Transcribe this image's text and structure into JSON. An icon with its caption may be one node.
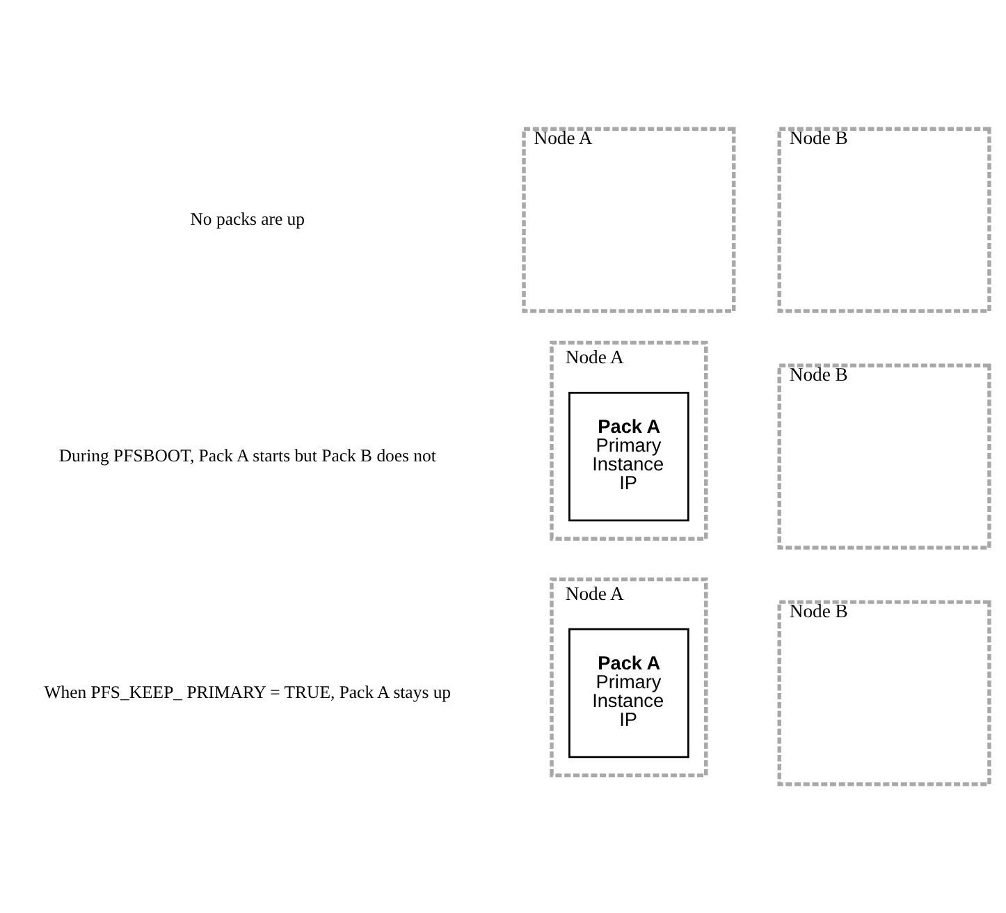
{
  "diagram": {
    "nodes": [
      {
        "text": [
          "Node A"
        ]
      },
      {
        "text": [
          "Node B"
        ]
      },
      {
        "text": [
          "Node A"
        ]
      },
      {
        "text": [
          "Pack A",
          "Primary Instance IP"
        ],
        "in": 2
      },
      {
        "text": [
          "Node B"
        ]
      },
      {
        "text": [
          "Node A"
        ]
      },
      {
        "text": [
          "Pack A",
          "Primary Instance IP"
        ],
        "in": 5
      },
      {
        "text": [
          "Node B"
        ]
      }
    ],
    "edges": [],
    "labels": [
      "No packs are up",
      "During PFSBOOT, Pack A starts but Pack B does not",
      "When PFS_KEEP_ PRIMARY = TRUE, Pack A stays up"
    ]
  }
}
